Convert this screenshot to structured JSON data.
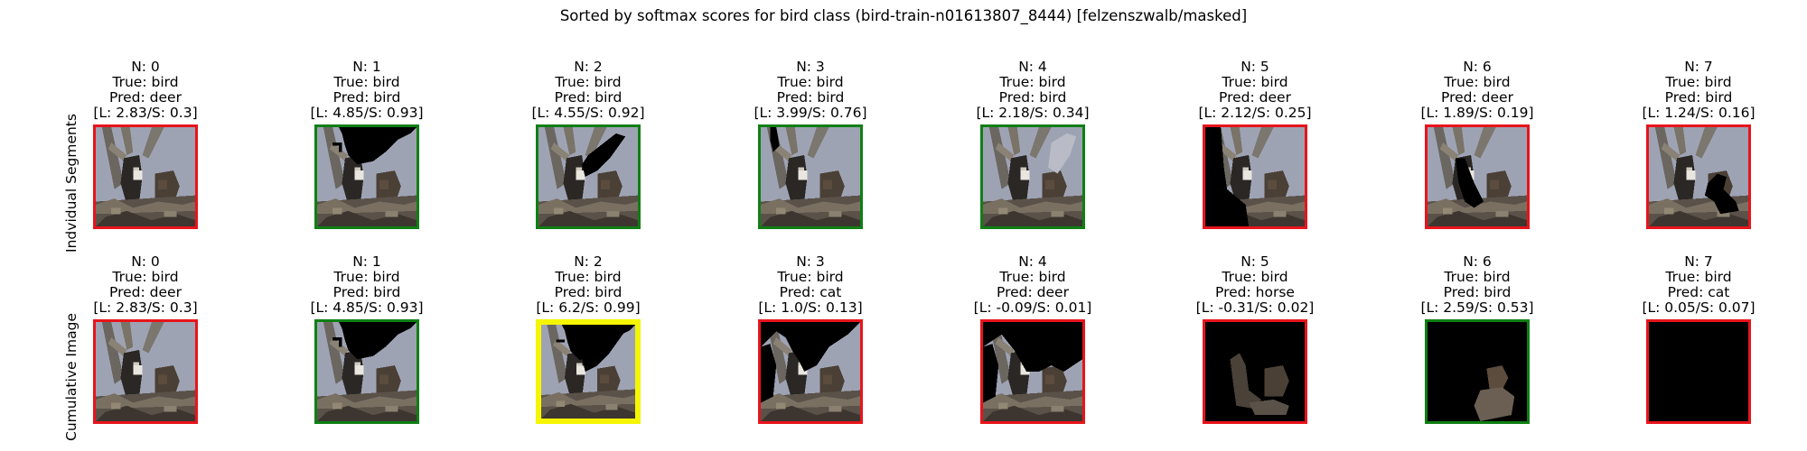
{
  "title": "Sorted by softmax scores for bird class (bird-train-n01613807_8444) [felzenszwalb/masked]",
  "rows": [
    {
      "label": "Indvidual Segments",
      "cells": [
        {
          "n": "N: 0",
          "true": "True: bird",
          "pred": "Pred: deer",
          "score": "[L: 2.83/S: 0.3]",
          "border": "red",
          "border_color": "#e8141b",
          "mask": "none"
        },
        {
          "n": "N: 1",
          "true": "True: bird",
          "pred": "Pred: bird",
          "score": "[L: 4.85/S: 0.93]",
          "border": "green",
          "border_color": "#0f7f14",
          "mask": "top-sky"
        },
        {
          "n": "N: 2",
          "true": "True: bird",
          "pred": "Pred: bird",
          "score": "[L: 4.55/S: 0.92]",
          "border": "green",
          "border_color": "#0f7f14",
          "mask": "right-wedge"
        },
        {
          "n": "N: 3",
          "true": "True: bird",
          "pred": "Pred: bird",
          "score": "[L: 3.99/S: 0.76]",
          "border": "green",
          "border_color": "#0f7f14",
          "mask": "left-sliver"
        },
        {
          "n": "N: 4",
          "true": "True: bird",
          "pred": "Pred: bird",
          "score": "[L: 2.18/S: 0.34]",
          "border": "green",
          "border_color": "#0f7f14",
          "mask": "grey-patch"
        },
        {
          "n": "N: 5",
          "true": "True: bird",
          "pred": "Pred: deer",
          "score": "[L: 2.12/S: 0.25]",
          "border": "red",
          "border_color": "#e8141b",
          "mask": "left-block"
        },
        {
          "n": "N: 6",
          "true": "True: bird",
          "pred": "Pred: deer",
          "score": "[L: 1.89/S: 0.19]",
          "border": "red",
          "border_color": "#e8141b",
          "mask": "center-branch"
        },
        {
          "n": "N: 7",
          "true": "True: bird",
          "pred": "Pred: bird",
          "score": "[L: 1.24/S: 0.16]",
          "border": "red",
          "border_color": "#e8141b",
          "mask": "bottom-right"
        }
      ]
    },
    {
      "label": "Cumulative Image",
      "cells": [
        {
          "n": "N: 0",
          "true": "True: bird",
          "pred": "Pred: deer",
          "score": "[L: 2.83/S: 0.3]",
          "border": "red",
          "border_color": "#e8141b",
          "mask": "none"
        },
        {
          "n": "N: 1",
          "true": "True: bird",
          "pred": "Pred: bird",
          "score": "[L: 4.85/S: 0.93]",
          "border": "green",
          "border_color": "#0f7f14",
          "mask": "top-sky"
        },
        {
          "n": "N: 2",
          "true": "True: bird",
          "pred": "Pred: bird",
          "score": "[L: 6.2/S: 0.99]",
          "border": "yellow",
          "border_color": "#f5f500",
          "mask": "cum-2"
        },
        {
          "n": "N: 3",
          "true": "True: bird",
          "pred": "Pred: cat",
          "score": "[L: 1.0/S: 0.13]",
          "border": "red",
          "border_color": "#e8141b",
          "mask": "cum-3"
        },
        {
          "n": "N: 4",
          "true": "True: bird",
          "pred": "Pred: deer",
          "score": "[L: -0.09/S: 0.01]",
          "border": "red",
          "border_color": "#e8141b",
          "mask": "cum-4"
        },
        {
          "n": "N: 5",
          "true": "True: bird",
          "pred": "Pred: horse",
          "score": "[L: -0.31/S: 0.02]",
          "border": "red",
          "border_color": "#e8141b",
          "mask": "cum-5"
        },
        {
          "n": "N: 6",
          "true": "True: bird",
          "pred": "Pred: bird",
          "score": "[L: 2.59/S: 0.53]",
          "border": "green",
          "border_color": "#0f7f14",
          "mask": "cum-6"
        },
        {
          "n": "N: 7",
          "true": "True: bird",
          "pred": "Pred: cat",
          "score": "[L: 0.05/S: 0.07]",
          "border": "red",
          "border_color": "#e8141b",
          "mask": "all"
        }
      ]
    }
  ]
}
